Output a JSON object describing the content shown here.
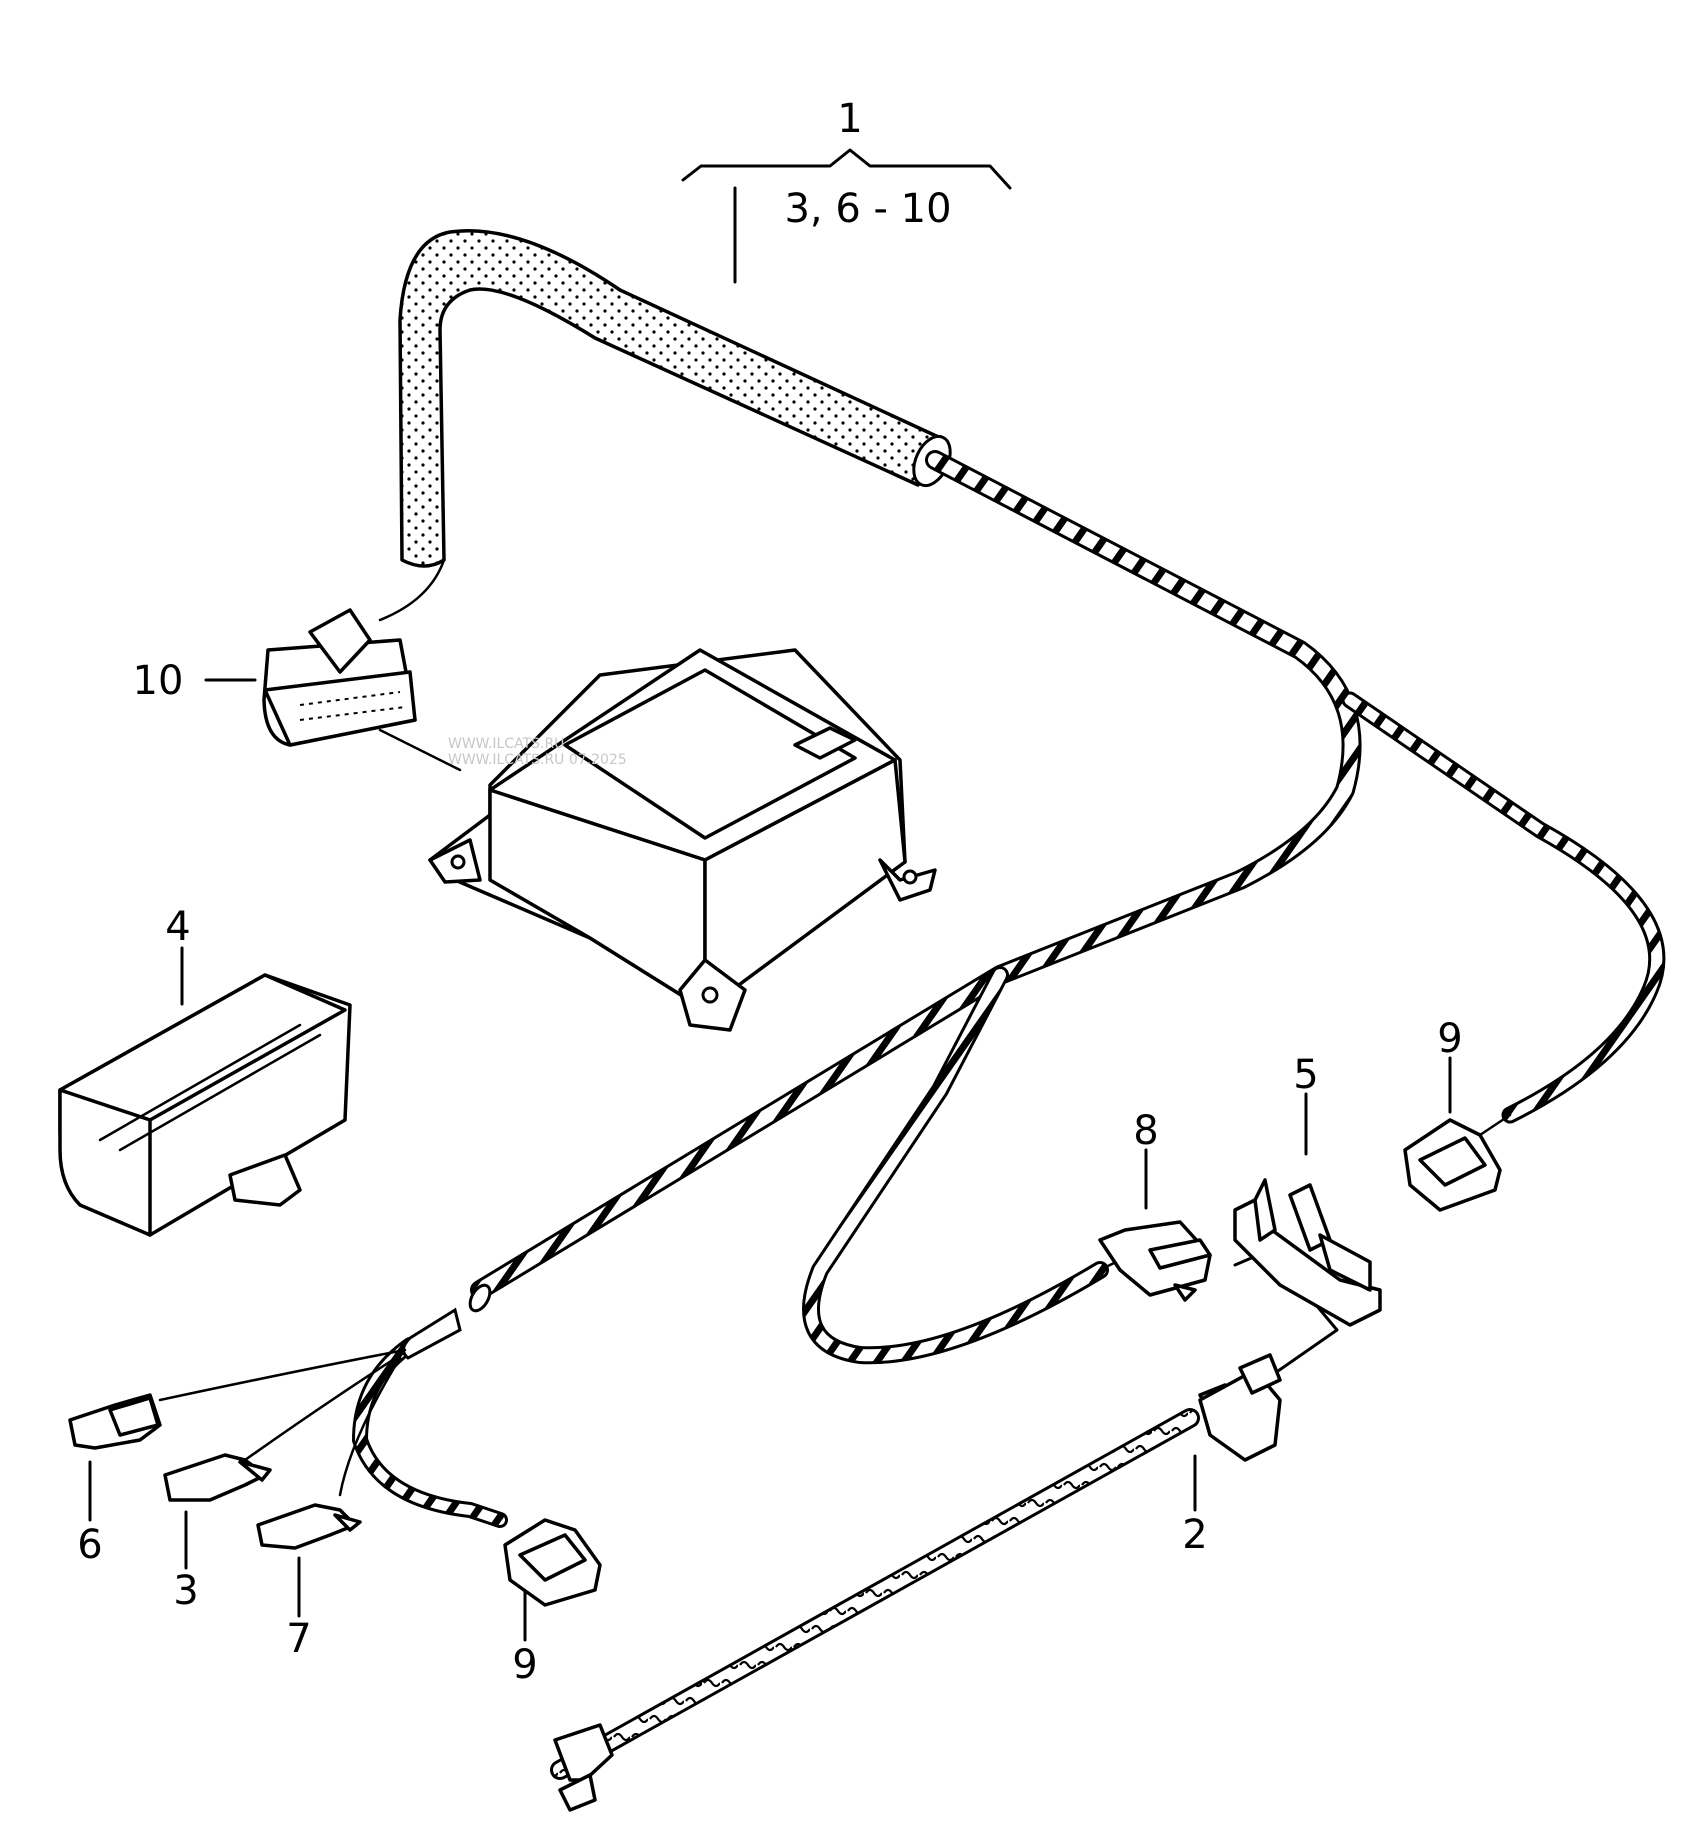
{
  "diagram": {
    "watermark": [
      "WWW.ILCATS.RU",
      "WWW.ILCATS.RU 07.2025"
    ],
    "callouts": {
      "c1": "1",
      "c1_range": "3, 6 - 10",
      "c2": "2",
      "c3": "3",
      "c4": "4",
      "c5": "5",
      "c6": "6",
      "c7": "7",
      "c8": "8",
      "c9a": "9",
      "c9b": "9",
      "c10": "10"
    }
  }
}
